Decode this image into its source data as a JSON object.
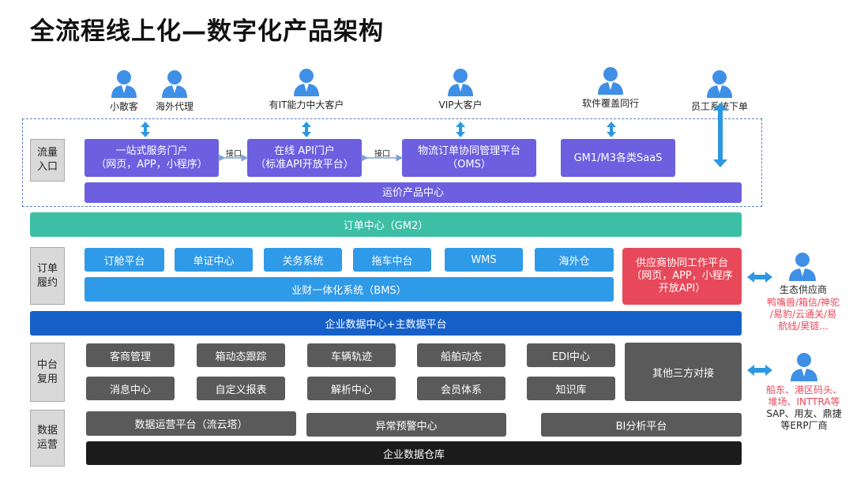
{
  "title": "全流程线上化—数字化产品架构",
  "users": [
    {
      "label": "小散客"
    },
    {
      "label": "海外代理"
    },
    {
      "label": "有IT能力中大客户"
    },
    {
      "label": "VIP大客户"
    },
    {
      "label": "软件覆盖同行"
    },
    {
      "label": "员工系统下单"
    }
  ],
  "rows": {
    "traffic": {
      "label": "流量\n入口",
      "portal": "一站式服务门户\n（网页，APP，小程序）",
      "api": "在线 API门户\n（标准API开放平台）",
      "oms": "物流订单协同管理平台\n（OMS）",
      "saas": "GM1/M3各类SaaS",
      "iface1": "接口",
      "iface2": "接口",
      "pricing": "运价产品中心"
    },
    "order_center": "订单中心（GM2）",
    "fulfill": {
      "label": "订单\n履约",
      "items": [
        "订舱平台",
        "单证中心",
        "关务系统",
        "拖车中台",
        "WMS",
        "海外仓"
      ],
      "bms": "业财一体化系统（BMS）",
      "supplier": "供应商协同工作平台\n（网页，APP，小程序\n开放API）"
    },
    "enterprise_data": "企业数据中心+主数据平台",
    "middle": {
      "label": "中台\n复用",
      "row1": [
        "客商管理",
        "箱动态跟踪",
        "车辆轨迹",
        "船舶动态",
        "EDI中心"
      ],
      "row2": [
        "消息中心",
        "自定义报表",
        "解析中心",
        "会员体系",
        "知识库"
      ],
      "other": "其他三方对接"
    },
    "ops": {
      "label": "数据\n运营",
      "items": [
        "数据运营平台（流云塔）",
        "异常预警中心",
        "BI分析平台"
      ],
      "warehouse": "企业数据仓库"
    }
  },
  "eco1": {
    "title": "生态供应商",
    "detail": "鸭嘴兽/箱信/神驼\n/易豹/云通关/易\n航线/昊链..."
  },
  "eco2": {
    "red": "船东、港区码头、\n堆场、INTTRA等",
    "dark": "SAP、用友、鼎捷\n等ERP厂商"
  },
  "colors": {
    "purple": "#6c5fe0",
    "teal": "#3dbfa6",
    "blue": "#2f9ae8",
    "dark_blue": "#1560c8",
    "red": "#e7495a",
    "grey": "#5a5a5a",
    "black": "#1b1b1b"
  }
}
